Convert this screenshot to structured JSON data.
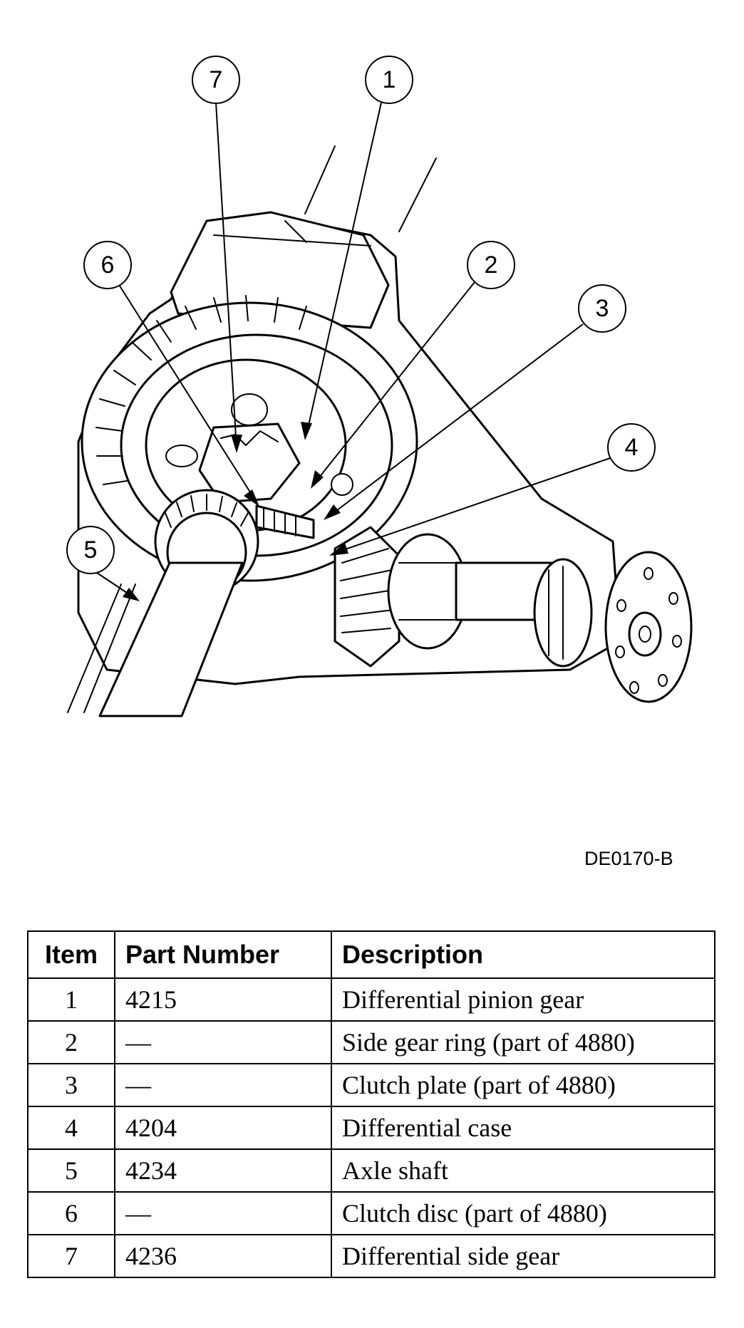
{
  "figure": {
    "id": "DE0170-B",
    "callouts": [
      "7",
      "1",
      "6",
      "2",
      "3",
      "4",
      "5"
    ]
  },
  "table": {
    "headers": {
      "item": "Item",
      "part": "Part Number",
      "desc": "Description"
    },
    "rows": [
      {
        "item": "1",
        "part": "4215",
        "desc": "Differential pinion gear"
      },
      {
        "item": "2",
        "part": "—",
        "desc": "Side gear ring (part of 4880)"
      },
      {
        "item": "3",
        "part": "—",
        "desc": "Clutch plate (part of 4880)"
      },
      {
        "item": "4",
        "part": "4204",
        "desc": "Differential case"
      },
      {
        "item": "5",
        "part": "4234",
        "desc": "Axle shaft"
      },
      {
        "item": "6",
        "part": "—",
        "desc": "Clutch disc (part of 4880)"
      },
      {
        "item": "7",
        "part": "4236",
        "desc": "Differential side gear"
      }
    ]
  }
}
